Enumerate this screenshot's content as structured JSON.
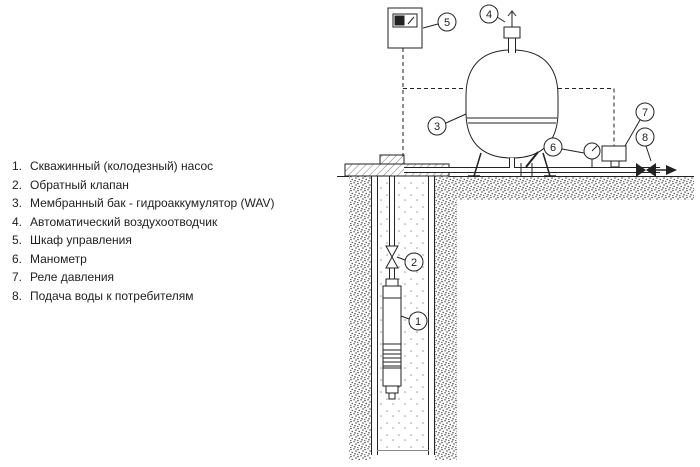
{
  "legend": {
    "items": [
      {
        "num": "1.",
        "label": "Скважинный (колодезный) насос"
      },
      {
        "num": "2.",
        "label": "Обратный клапан"
      },
      {
        "num": "3.",
        "label": "Мембранный бак - гидроаккумулятор (WAV)"
      },
      {
        "num": "4.",
        "label": "Автоматический воздухоотводчик"
      },
      {
        "num": "5.",
        "label": "Шкаф управления"
      },
      {
        "num": "6.",
        "label": "Манометр"
      },
      {
        "num": "7.",
        "label": "Реле давления"
      },
      {
        "num": "8.",
        "label": "Подача воды к потребителям"
      }
    ]
  },
  "diagram": {
    "callouts": {
      "c1": "1",
      "c2": "2",
      "c3": "3",
      "c4": "4",
      "c5": "5",
      "c6": "6",
      "c7": "7",
      "c8": "8"
    }
  },
  "colors": {
    "line": "#222222",
    "background": "#ffffff",
    "soil_dot": "#3d3d3d",
    "water_dot": "#9a9a9a"
  }
}
